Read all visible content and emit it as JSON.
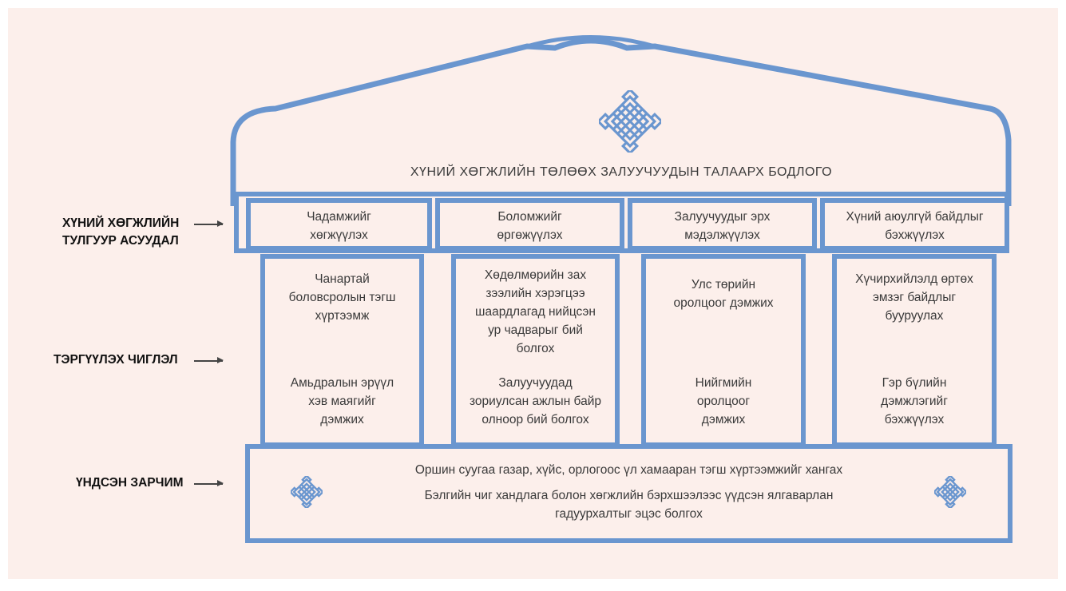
{
  "colors": {
    "background": "#fcefeb",
    "frame": "#6a96cf",
    "knot": "#6a96cf",
    "text": "#3a3a3a"
  },
  "icons": {
    "knot": "endless-knot-icon"
  },
  "roof_title": "ХҮНИЙ ХӨГЖЛИЙН ТӨЛӨӨХ ЗАЛУУЧУУДЫН ТАЛААРХ БОДЛОГО",
  "labels": {
    "core_issues": "ХҮНИЙ ХӨГЖЛИЙН\nТУЛГУУР АСУУДАЛ",
    "priorities": "ТЭРГҮҮЛЭХ ЧИГЛЭЛ",
    "principles": "ҮНДСЭН ЗАРЧИМ"
  },
  "core_issues": [
    "Чадамжийг\nхөгжүүлэх",
    "Боломжийг\nөргөжүүлэх",
    "Залуучуудыг эрх\nмэдэлжүүлэх",
    "Хүний аюулгүй байдлыг\nбэхжүүлэх"
  ],
  "pillars": [
    {
      "top": "Чанартай\nболовсролын тэгш\nхүртээмж",
      "bottom": "Амьдралын эрүүл\nхэв маягийг\nдэмжих"
    },
    {
      "top": "Хөдөлмөрийн зах\nзээлийн хэрэгцээ\nшаардлагад нийцсэн\nур чадварыг бий\nболгох",
      "bottom": "Залуучуудад\nзориулсан ажлын байр\nолноор бий болгох"
    },
    {
      "top": "Улс төрийн\nоролцоог дэмжих",
      "bottom": "Нийгмийн\nоролцоог\nдэмжих"
    },
    {
      "top": "Хүчирхийлэлд өртөх\nэмзэг байдлыг\nбууруулах",
      "bottom": "Гэр бүлийн\nдэмжлэгийг\nбэхжүүлэх"
    }
  ],
  "principles": [
    "Оршин суугаа газар, хүйс, орлогоос үл хамааран тэгш хүртээмжийг хангах",
    "Бэлгийн чиг хандлага болон хөгжлийн бэрхшээлээс үүдсэн ялгаварлан\nгадуурхалтыг эцэс болгох"
  ]
}
